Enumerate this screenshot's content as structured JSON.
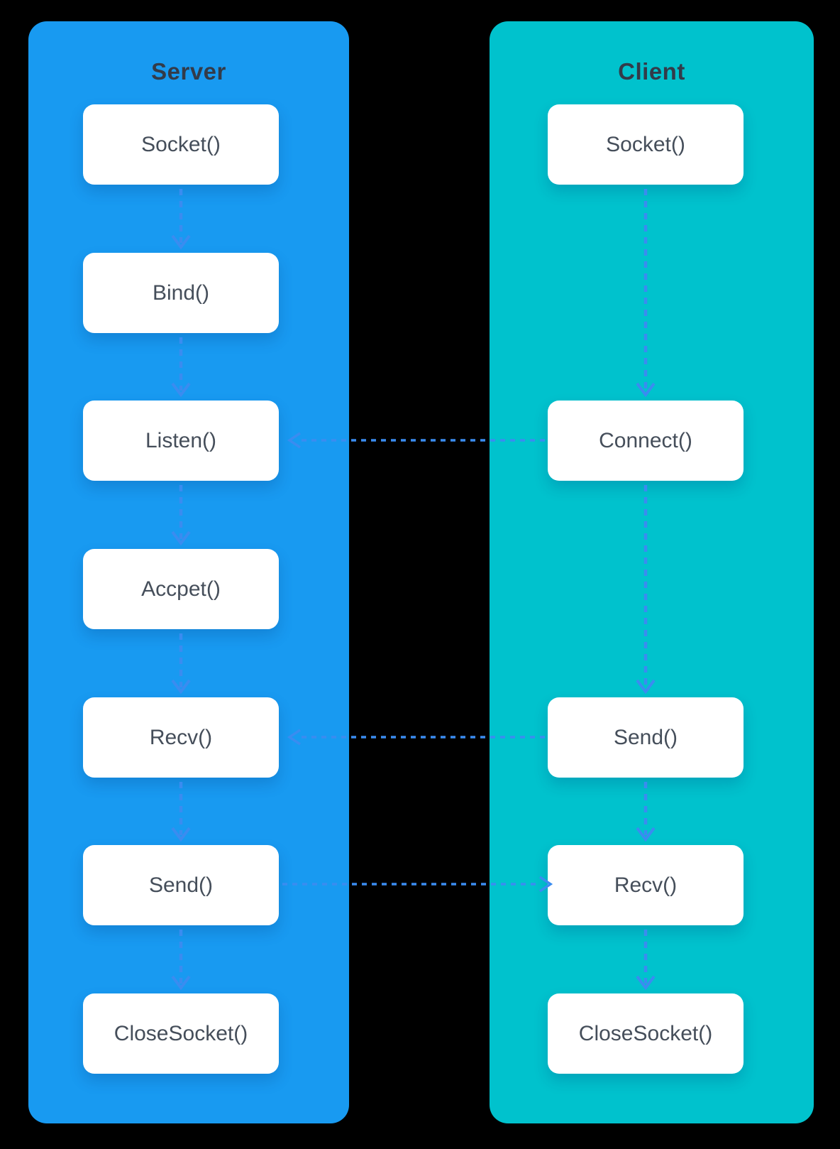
{
  "diagram": {
    "background": "#000000",
    "arrow_color": "#3A8CF0",
    "node_fill": "#FFFFFF",
    "node_text_color": "#454E5A",
    "title_text_color": "#333B49"
  },
  "columns": [
    {
      "title": "Server",
      "color": "#189AF1",
      "boxes": [
        "Socket()",
        "Bind()",
        "Listen()",
        "Accpet()",
        "Recv()",
        "Send()",
        "CloseSocket()"
      ]
    },
    {
      "title": "Client",
      "color": "#00C2CD",
      "boxes": [
        "Socket()",
        "Connect()",
        "Send()",
        "Recv()",
        "CloseSocket()"
      ]
    }
  ],
  "connectors": {
    "server_internal": [
      [
        "Socket()",
        "Bind()"
      ],
      [
        "Bind()",
        "Listen()"
      ],
      [
        "Listen()",
        "Accpet()"
      ],
      [
        "Accpet()",
        "Recv()"
      ],
      [
        "Recv()",
        "Send()"
      ],
      [
        "Send()",
        "CloseSocket()"
      ]
    ],
    "client_internal": [
      [
        "Socket()",
        "Connect()"
      ],
      [
        "Connect()",
        "Send()"
      ],
      [
        "Send()",
        "Recv()"
      ],
      [
        "Recv()",
        "CloseSocket()"
      ]
    ],
    "cross_column": [
      {
        "from": "client.Connect()",
        "to": "server.Listen()",
        "arrowhead": "left"
      },
      {
        "from": "client.Send()",
        "to": "server.Recv()",
        "arrowhead": "left"
      },
      {
        "from": "server.Send()",
        "to": "client.Recv()",
        "arrowhead": "right"
      }
    ]
  }
}
